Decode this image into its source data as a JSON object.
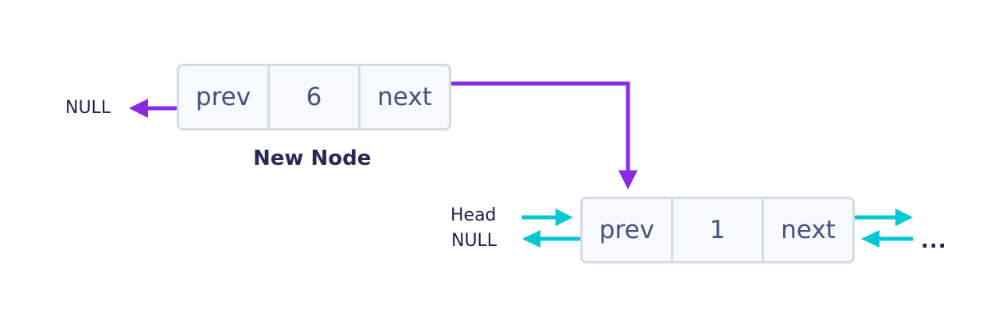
{
  "new_node": {
    "prev": "prev",
    "value": "6",
    "next": "next",
    "caption": "New Node",
    "prev_target": "NULL"
  },
  "first_node": {
    "prev": "prev",
    "value": "1",
    "next": "next",
    "left_labels": [
      "Head",
      "NULL"
    ],
    "continuation": "..."
  },
  "colors": {
    "new_link": "#8a2be2",
    "existing_link": "#00c8d2",
    "node_fill": "#f6f9fd",
    "node_border": "#d4dce4",
    "text": "#1d2150"
  }
}
